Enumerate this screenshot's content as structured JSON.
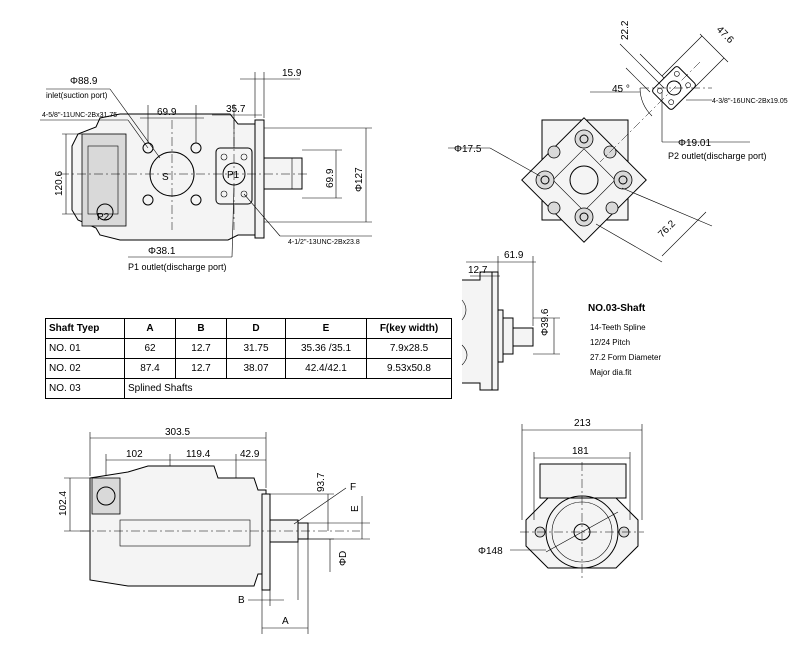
{
  "top_view": {
    "inlet_dia": "Φ88.9",
    "inlet_label": "inlet(suction port)",
    "inlet_bolts": "4-5/8\"-11UNC-2Bx31.75",
    "dim_69_9_top": "69.9",
    "dim_35_7": "35.7",
    "dim_15_9": "15.9",
    "dim_120_6": "120.6",
    "dim_69_9_side": "69.9",
    "dim_127": "Φ127",
    "port_s": "S",
    "port_p1": "P1",
    "port_p2": "P2",
    "p1_bolts": "4-1/2\"-13UNC-2Bx23.8",
    "p1_dia": "Φ38.1",
    "p1_label": "P1 outlet(discharge port)"
  },
  "end_view": {
    "dim_22_2": "22.2",
    "dim_47_6": "47.6",
    "angle": "45 °",
    "p2_bolts": "4-3/8\"-16UNC-2Bx19.05",
    "hole_dia": "Φ17.5",
    "p2_dia": "Φ19.01",
    "p2_label": "P2 outlet(discharge port)",
    "dim_76_2": "76.2"
  },
  "shaft_detail": {
    "dim_61_9": "61.9",
    "dim_12_7": "12.7",
    "dim_39_6": "Φ39.6",
    "title": "NO.03-Shaft",
    "spec_lines": [
      "14-Teeth Spline",
      "12/24 Pitch",
      "27.2 Form Diameter",
      "Major dia.fit"
    ]
  },
  "table": {
    "headers": [
      "Shaft Tyep",
      "A",
      "B",
      "D",
      "E",
      "F(key width)"
    ],
    "rows": [
      [
        "NO. 01",
        "62",
        "12.7",
        "31.75",
        "35.36 /35.1",
        "7.9x28.5"
      ],
      [
        "NO. 02",
        "87.4",
        "12.7",
        "38.07",
        "42.4/42.1",
        "9.53x50.8"
      ]
    ],
    "row3_type": "NO. 03",
    "row3_text": "Splined Shafts"
  },
  "side_view": {
    "dim_303_5": "303.5",
    "dim_102": "102",
    "dim_119_4": "119.4",
    "dim_42_9": "42.9",
    "dim_102_4": "102.4",
    "dim_93_7": "93.7",
    "label_f": "F",
    "label_e": "E",
    "label_d": "ΦD",
    "label_b": "B",
    "label_a": "A"
  },
  "flange_view": {
    "dim_213": "213",
    "dim_181": "181",
    "dim_148": "Φ148"
  }
}
